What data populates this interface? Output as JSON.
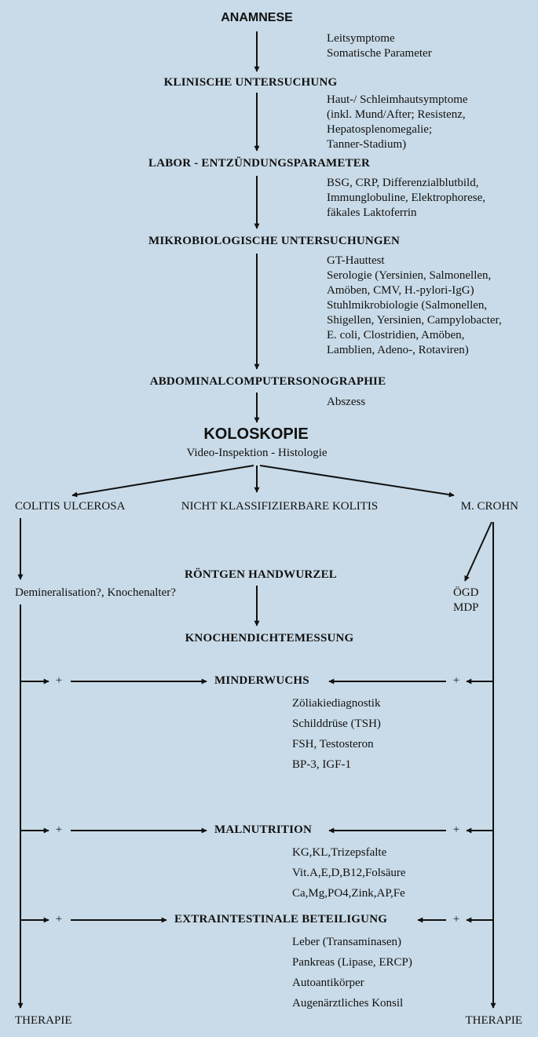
{
  "colors": {
    "background": "#c9dbe8",
    "ink": "#111111"
  },
  "steps": {
    "anamnese": {
      "title": "ANAMNESE",
      "items": [
        "Leitsymptome",
        "Somatische Parameter"
      ]
    },
    "klinik": {
      "title": "KLINISCHE UNTERSUCHUNG",
      "items": [
        "Haut-/ Schleimhautsymptome",
        "(inkl. Mund/After; Resistenz,",
        "Hepatosplenomegalie;",
        "Tanner-Stadium)"
      ]
    },
    "labor": {
      "title": "LABOR - ENTZÜNDUNGSPARAMETER",
      "items": [
        "BSG, CRP, Differenzialblutbild,",
        "Immunglobuline, Elektrophorese,",
        "fäkales Laktoferrin"
      ]
    },
    "mikro": {
      "title": "MIKROBIOLOGISCHE UNTERSUCHUNGEN",
      "items": [
        "GT-Hauttest",
        "Serologie (Yersinien, Salmonellen,",
        "Amöben, CMV, H.-pylori-IgG)",
        "Stuhlmikrobiologie (Salmonellen,",
        "Shigellen, Yersinien, Campylobacter,",
        "E. coli, Clostridien, Amöben,",
        "Lamblien, Adeno-, Rotaviren)"
      ]
    },
    "abdomen": {
      "title": "ABDOMINALCOMPUTERSONOGRAPHIE",
      "items": [
        "Abszess"
      ]
    },
    "koloskopie": {
      "title": "KOLOSKOPIE",
      "subtitle": "Video-Inspektion - Histologie"
    }
  },
  "branches": {
    "colitis": "COLITIS ULCEROSA",
    "nicht": "NICHT KLASSIFIZIERBARE KOLITIS",
    "crohn": "M. CROHN"
  },
  "left_note": "Demineralisation?, Knochenalter?",
  "crohn_tests": [
    "ÖGD",
    "MDP"
  ],
  "roentgen": "RÖNTGEN HANDWURZEL",
  "knochendichte": "KNOCHENDICHTEMESSUNG",
  "plus": "+",
  "minderwuchs": {
    "title": "MINDERWUCHS",
    "items": [
      "Zöliakiediagnostik",
      "Schilddrüse (TSH)",
      "FSH, Testosteron",
      "BP-3, IGF-1"
    ]
  },
  "malnutrition": {
    "title": "MALNUTRITION",
    "items": [
      "KG,KL,Trizepsfalte",
      "Vit.A,E,D,B12,Folsäure",
      "Ca,Mg,PO4,Zink,AP,Fe"
    ]
  },
  "extra": {
    "title": "EXTRAINTESTINALE BETEILIGUNG",
    "items": [
      "Leber (Transaminasen)",
      "Pankreas (Lipase, ERCP)",
      "Autoantikörper",
      "Augenärztliches Konsil"
    ]
  },
  "therapie_left": "THERAPIE",
  "therapie_right": "THERAPIE"
}
